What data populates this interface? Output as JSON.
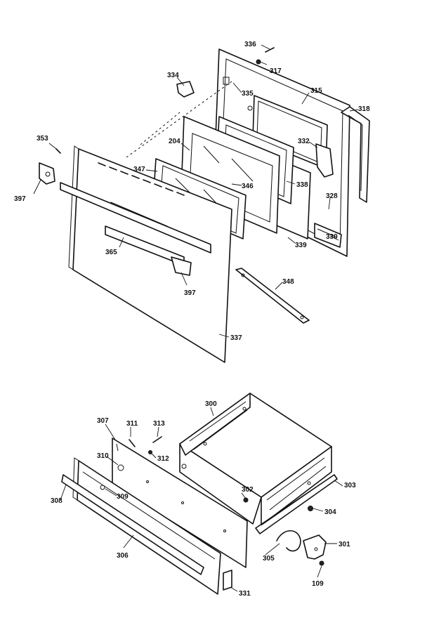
{
  "labels": {
    "l336": "336",
    "l317": "317",
    "l334": "334",
    "l335": "335",
    "l315": "315",
    "l318": "318",
    "l353": "353",
    "l204": "204",
    "l332": "332",
    "l347": "347",
    "l346": "346",
    "l338a": "338",
    "l328": "328",
    "l330": "330",
    "l339": "339",
    "l397a": "397",
    "l365": "365",
    "l397b": "397",
    "l348": "348",
    "l337": "337",
    "l300": "300",
    "l307": "307",
    "l311": "311",
    "l313": "313",
    "l310": "310",
    "l312": "312",
    "l308": "308",
    "l309": "309",
    "l302": "302",
    "l303": "303",
    "l304": "304",
    "l306": "306",
    "l305": "305",
    "l301": "301",
    "l109": "109",
    "l331": "331"
  }
}
